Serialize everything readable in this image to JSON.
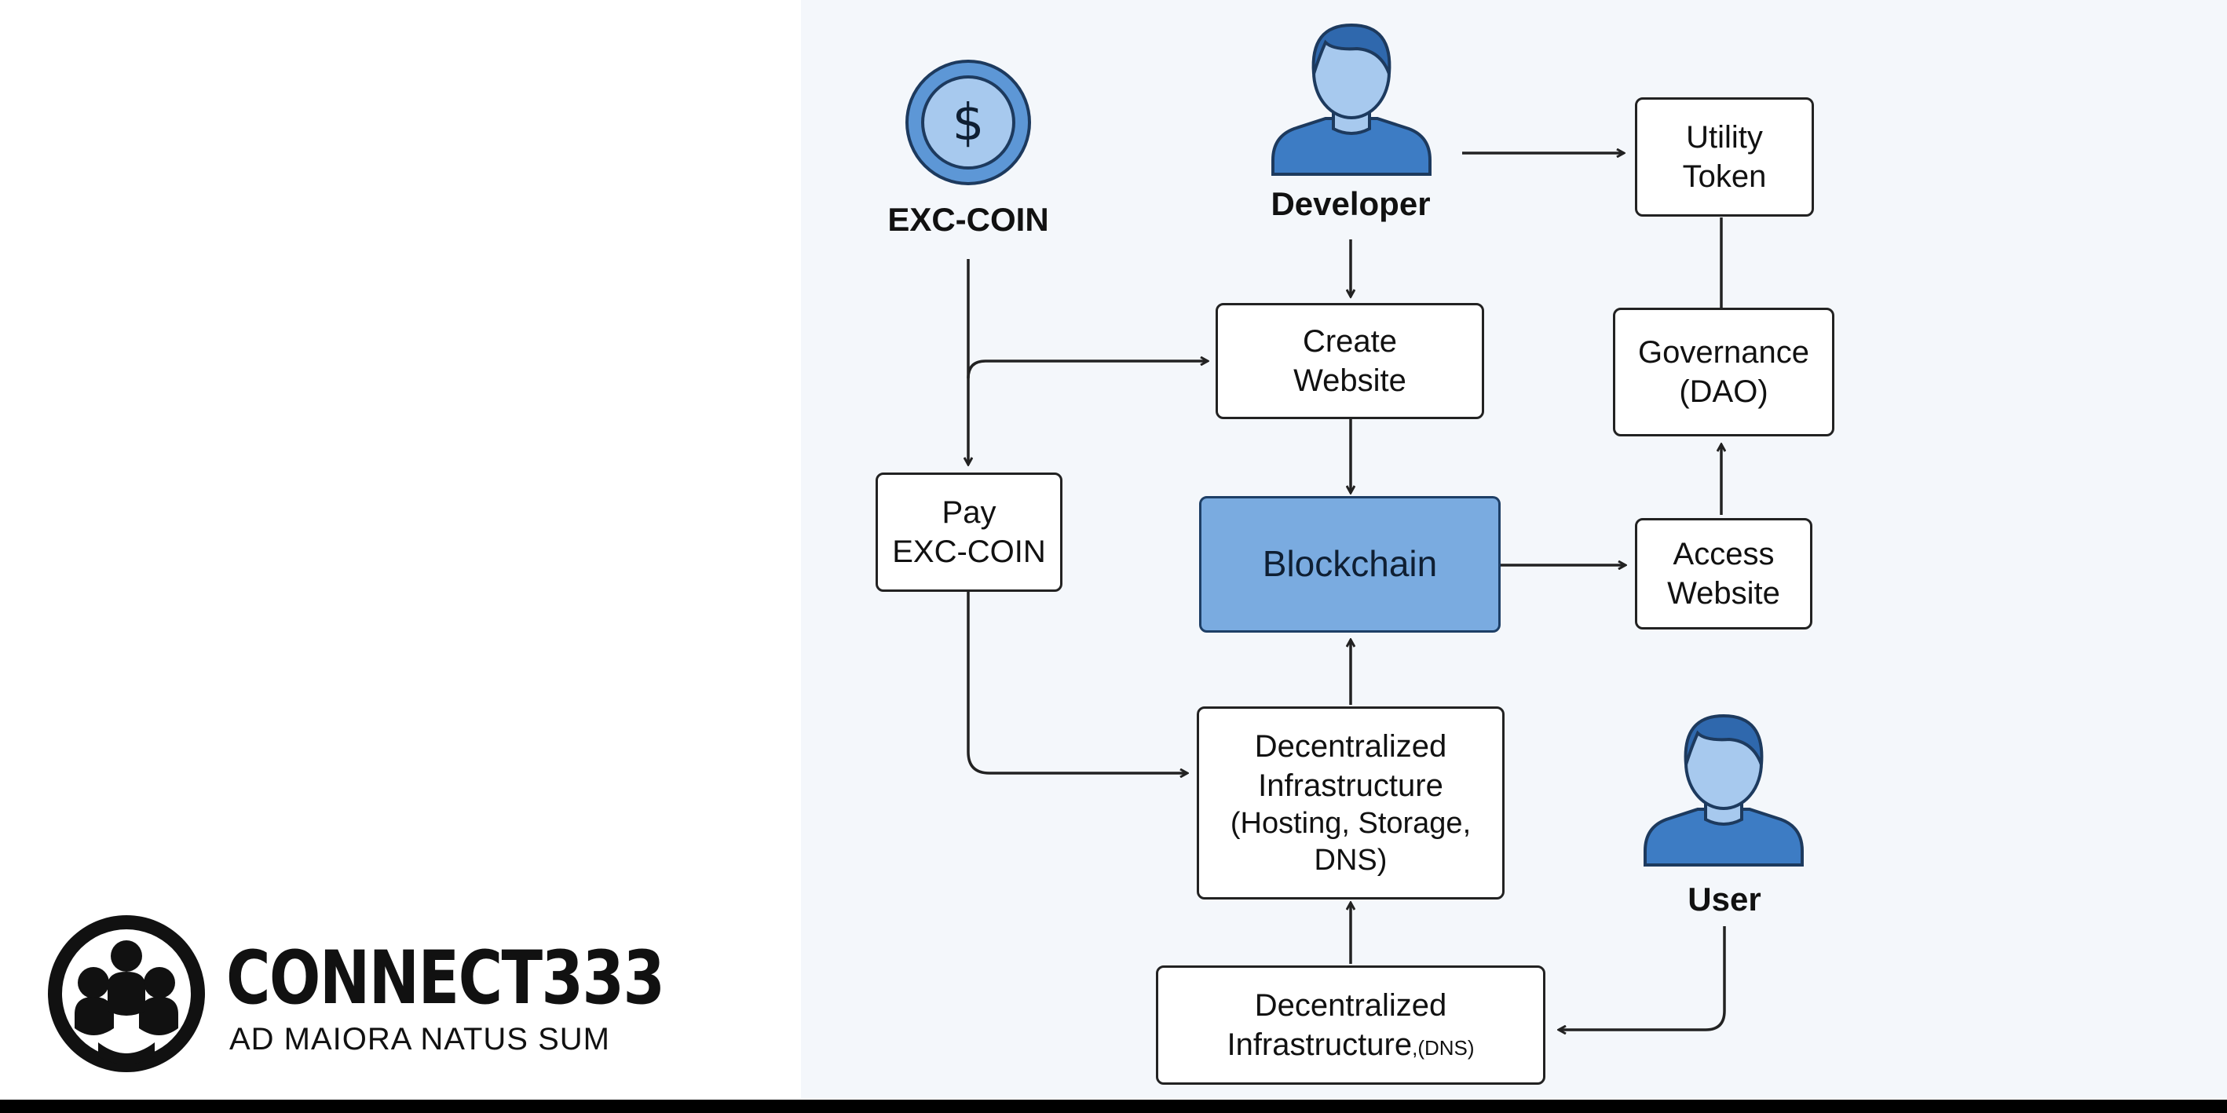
{
  "diagram": {
    "coin": {
      "label": "EXC-COIN",
      "symbol": "$",
      "icon": "dollar-coin-icon"
    },
    "developer": {
      "label": "Developer",
      "icon": "person-icon"
    },
    "user": {
      "label": "User",
      "icon": "person-icon"
    },
    "nodes": {
      "utility_token": {
        "line1": "Utility",
        "line2": "Token"
      },
      "create_website": {
        "line1": "Create",
        "line2": "Website"
      },
      "governance": {
        "line1": "Governance",
        "line2": "(DAO)"
      },
      "pay": {
        "line1": "Pay",
        "line2": "EXC-COIN"
      },
      "blockchain": {
        "label": "Blockchain"
      },
      "access_website": {
        "line1": "Access",
        "line2": "Website"
      },
      "decentralized_infra": {
        "line1": "Decentralized",
        "line2": "Infrastructure",
        "line3": "(Hosting, Storage,",
        "line4": "DNS)"
      },
      "decentralized_dns": {
        "line1": "Decentralized",
        "line2": "Infrastructure",
        "suffix": ",(DNS)"
      }
    },
    "colors": {
      "accent_blue": "#7aabe0",
      "icon_light": "#9ec3ea",
      "icon_dark": "#3d7cc4",
      "stroke": "#222222"
    }
  },
  "logo": {
    "title": "CONNECT333",
    "subtitle": "AD MAIORA NATUS SUM"
  }
}
